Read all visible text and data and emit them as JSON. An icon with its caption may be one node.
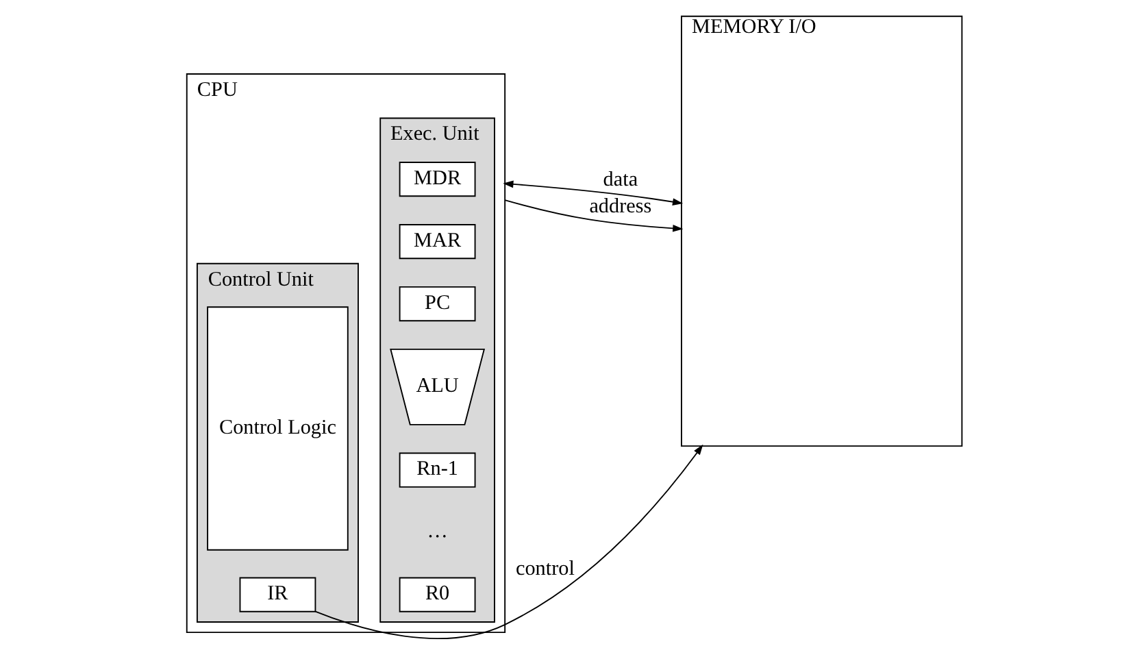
{
  "diagram": {
    "nodes": [
      {
        "text": [
          "CPU"
        ]
      },
      {
        "text": [
          "Control Unit"
        ],
        "in": 0
      },
      {
        "text": [
          "Control Logic"
        ],
        "in": 1
      },
      {
        "text": [
          "IR"
        ],
        "in": 1
      },
      {
        "text": [
          "Exec. Unit"
        ],
        "in": 0
      },
      {
        "text": [
          "R0"
        ],
        "in": 4
      },
      {
        "text": [
          "Rn-1"
        ],
        "in": 4
      },
      {
        "text": [
          "ALU"
        ],
        "in": 4
      },
      {
        "text": [
          "PC"
        ],
        "in": 4
      },
      {
        "text": [
          "MAR"
        ],
        "in": 4
      },
      {
        "text": [
          "MDR"
        ],
        "in": 4
      },
      {
        "text": [
          "MEMORY I/O"
        ]
      }
    ],
    "edges": [
      {
        "from": 0,
        "to": 11,
        "arrow": "to",
        "label": "address"
      },
      {
        "from": 0,
        "to": 11,
        "arrow": "both",
        "label": "data"
      },
      {
        "from": 3,
        "to": 11,
        "arrow": "to",
        "label": "control"
      }
    ],
    "labels": [
      "…"
    ]
  }
}
